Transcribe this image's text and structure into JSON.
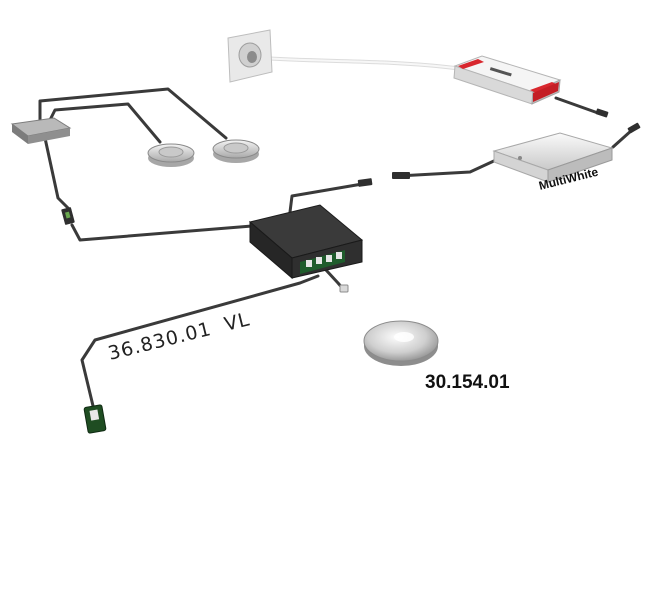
{
  "labels": {
    "cable": "36.830.01  VL",
    "sensor": "30.154.01",
    "driver": "MultiWhite"
  },
  "components": [
    {
      "name": "wall-socket-icon"
    },
    {
      "name": "power-supply-icon"
    },
    {
      "name": "distributor-icon"
    },
    {
      "name": "recessed-spotlight-icon"
    },
    {
      "name": "recessed-spotlight-icon"
    },
    {
      "name": "multiwhite-controller-icon"
    },
    {
      "name": "control-box-icon"
    },
    {
      "name": "touch-sensor-icon"
    },
    {
      "name": "cable-connector-icon"
    }
  ],
  "colors": {
    "cable": "#3a3a3a",
    "power_supply_accent": "#d8272e",
    "control_box": "#2b2b2b"
  }
}
